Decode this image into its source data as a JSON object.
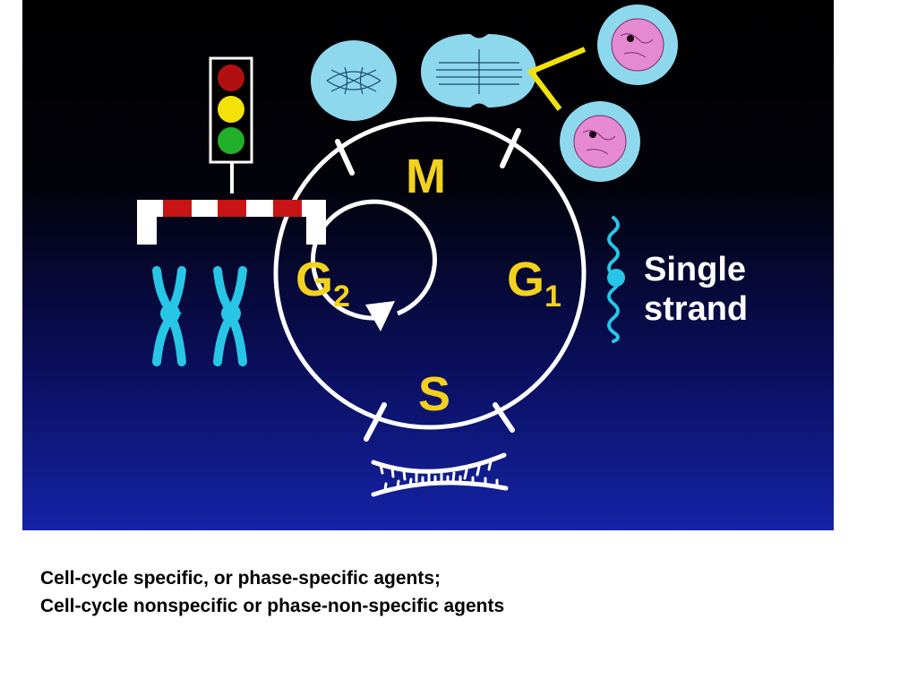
{
  "diagram": {
    "phases": {
      "m": "M",
      "g1_main": "G",
      "g1_sub": "1",
      "s": "S",
      "g2_main": "G",
      "g2_sub": "2"
    },
    "single_strand": {
      "line1": "Single",
      "line2": "strand"
    },
    "colors": {
      "phase_label": "#f3d21e",
      "cell": "#8ed8ee",
      "nucleus": "#e58ad0",
      "chromosome": "#27c6e6",
      "traffic_red": "#b01010",
      "traffic_yellow": "#f2e20a",
      "traffic_green": "#22b02a",
      "barrier_red": "#c81414"
    },
    "icons": [
      "traffic-light-icon",
      "barrier-icon",
      "chromosome-icon",
      "dna-strand-icon",
      "dividing-cell-icon",
      "daughter-cell-icon",
      "cycle-arrow-icon"
    ]
  },
  "caption": {
    "line1": "Cell-cycle specific, or phase-specific agents;",
    "line2": "Cell-cycle nonspecific or phase-non-specific agents"
  }
}
